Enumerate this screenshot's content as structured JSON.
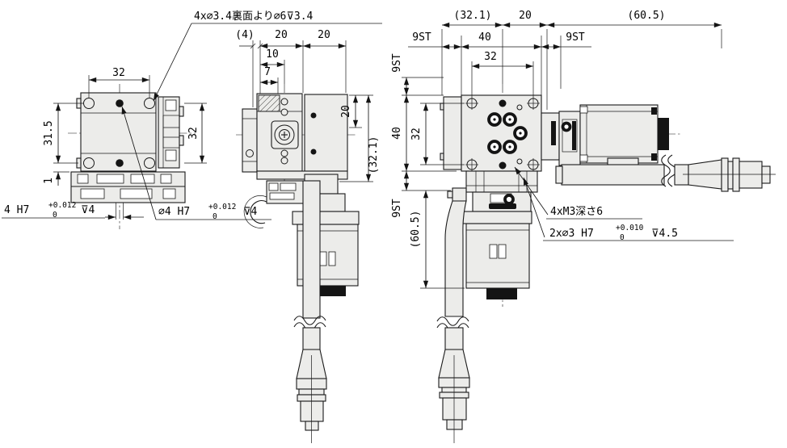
{
  "drawing": {
    "type": "mechanical-3view-stage-drawing",
    "bg": "#ffffff",
    "line_color": "#1a1a1a",
    "fill_color": "#ececea",
    "front": {
      "dim_width_top": "32",
      "dim_height_left": "31.5",
      "dim_base_left": "1",
      "dim_height_right": "32",
      "note_mount": "4x∅3.4裏面より∅6⊽3.4",
      "slot": {
        "label": "4 H7",
        "tol_up": "+0.012",
        "tol_dn": "0",
        "depth": "⊽4"
      },
      "pin": {
        "label": "∅4 H7",
        "tol_up": "+0.012",
        "tol_dn": "0",
        "depth": "⊽4"
      }
    },
    "side": {
      "dim_ref": "(4)",
      "dim_pitch1": "20",
      "dim_pitch2": "20",
      "dim_ten": "10",
      "dim_seven": "7",
      "dim_right_top": "20",
      "dim_right_overall": "(32.1)"
    },
    "plan": {
      "dim_top_left": "(32.1)",
      "dim_top_mid": "20",
      "dim_top_right": "(60.5)",
      "dim_stroke_left": "9ST",
      "dim_width": "40",
      "dim_stroke_right": "9ST",
      "dim_holes": "32",
      "dim_left_stroke_top": "9ST",
      "dim_left_height": "40",
      "dim_left_holes": "32",
      "dim_left_stroke_bottom": "9ST",
      "dim_left_overall": "(60.5)",
      "note_tap": "4xM3深さ6",
      "pin": {
        "label": "2x∅3 H7",
        "tol_up": "+0.010",
        "tol_dn": "0",
        "depth": "⊽4.5"
      }
    }
  }
}
